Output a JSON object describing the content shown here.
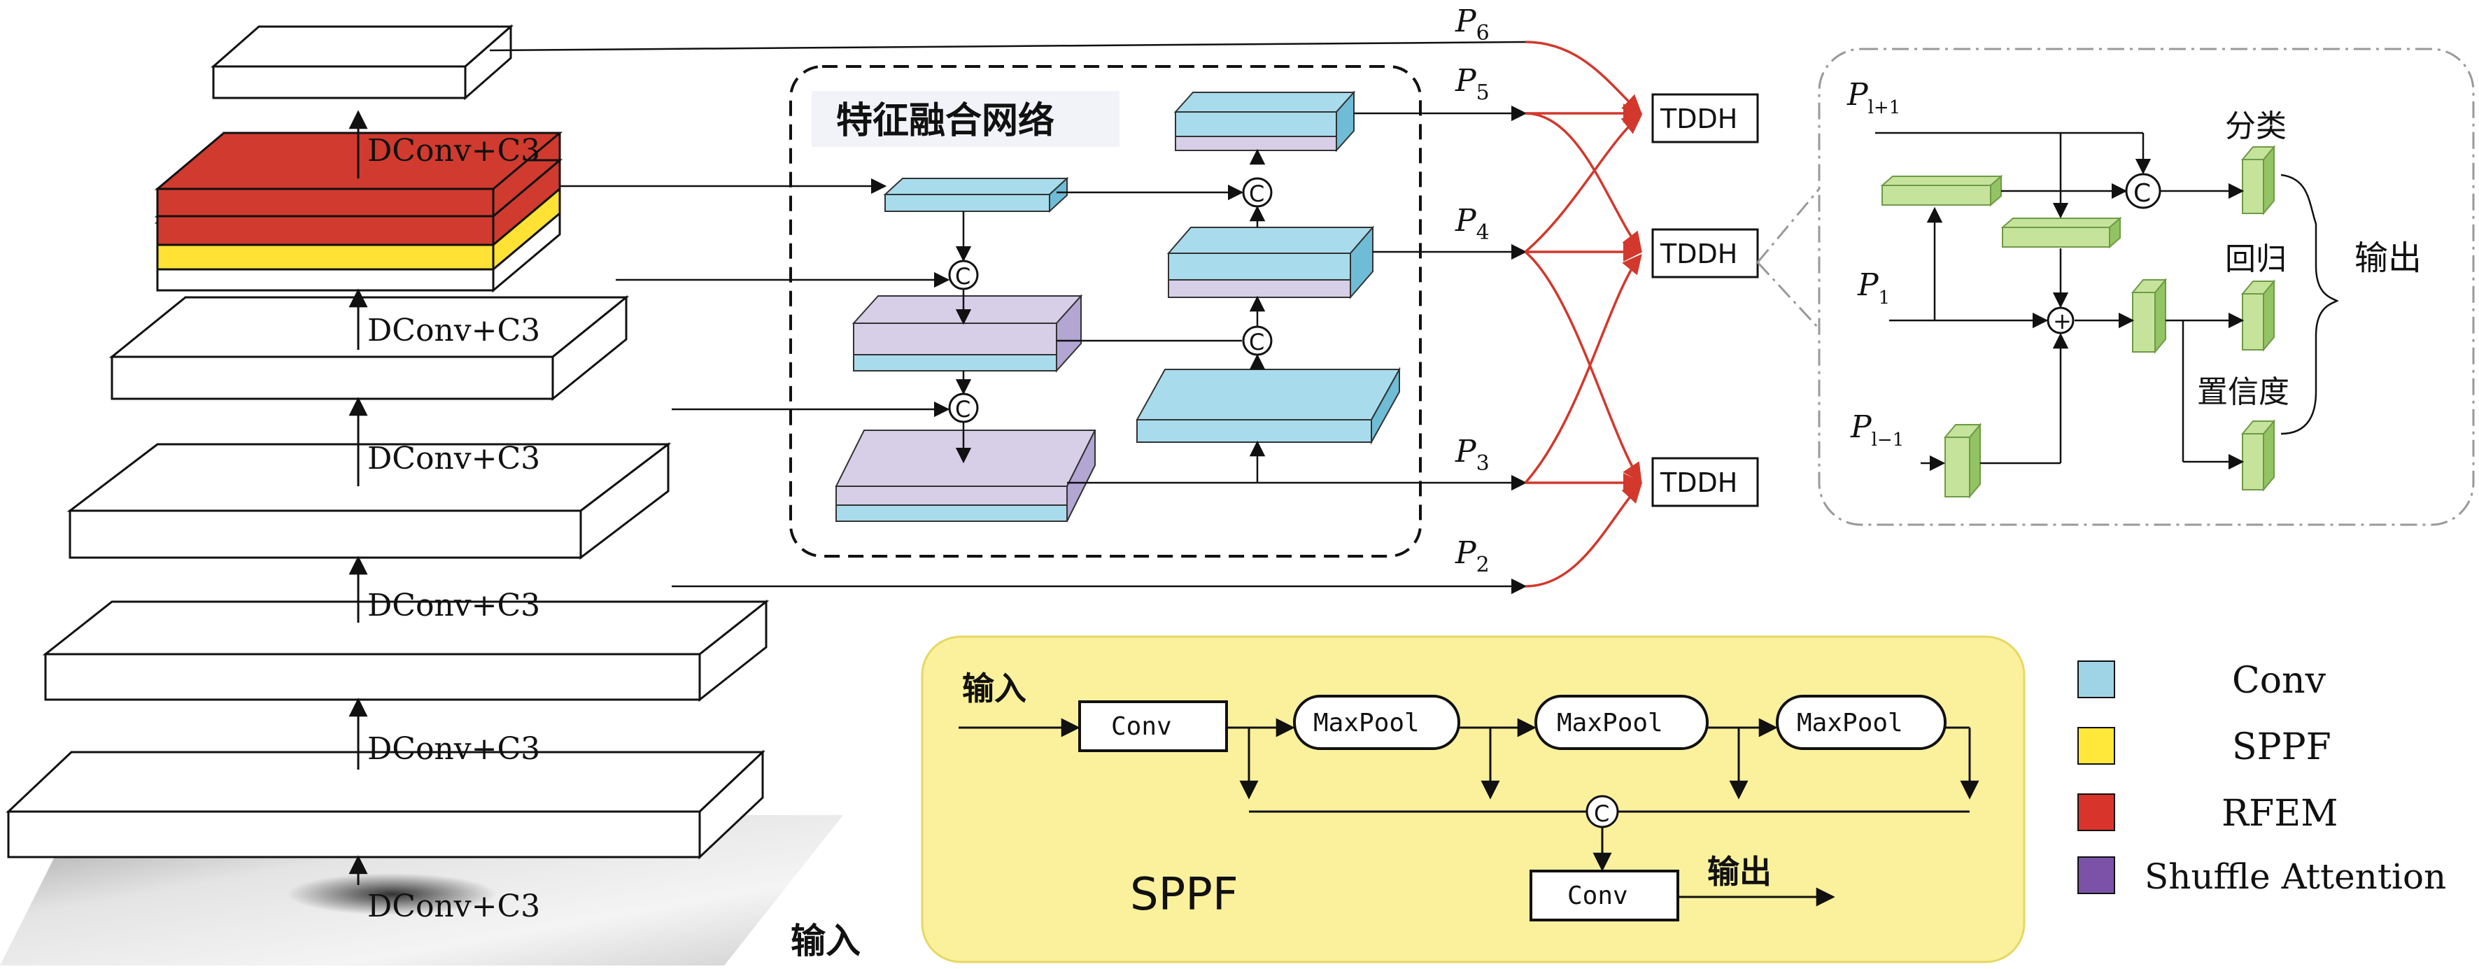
{
  "backbone": {
    "input_label": "输入",
    "stage_labels": [
      "DConv+C3",
      "DConv+C3",
      "DConv+C3",
      "DConv+C3",
      "DConv+C3",
      "DConv+C3"
    ]
  },
  "neck": {
    "title": "特征融合网络",
    "concat_symbol": "C"
  },
  "levels": {
    "p6": "P",
    "p6_sub": "6",
    "p5": "P",
    "p5_sub": "5",
    "p4": "P",
    "p4_sub": "4",
    "p3": "P",
    "p3_sub": "3",
    "p2": "P",
    "p2_sub": "2"
  },
  "heads": {
    "h1": "TDDH",
    "h2": "TDDH",
    "h3": "TDDH"
  },
  "tddh_detail": {
    "p_top": "P",
    "p_top_sub": "l+1",
    "p_mid": "P",
    "p_mid_sub": "1",
    "p_bot": "P",
    "p_bot_sub": "l−1",
    "concat_symbol": "C",
    "add_symbol": "+",
    "cls_label": "分类",
    "reg_label": "回归",
    "conf_label": "置信度",
    "output_label": "输出"
  },
  "sppf_detail": {
    "input_label": "输入",
    "conv1": "Conv",
    "pool1": "MaxPool",
    "pool2": "MaxPool",
    "pool3": "MaxPool",
    "concat_symbol": "C",
    "conv2": "Conv",
    "output_label": "输出",
    "title": "SPPF"
  },
  "legend": {
    "items": [
      {
        "label": "Conv",
        "color": "#9fd3e6"
      },
      {
        "label": "SPPF",
        "color": "#ffe83a"
      },
      {
        "label": "RFEM",
        "color": "#d9342b"
      },
      {
        "label": "Shuffle Attention",
        "color": "#7b52a8"
      }
    ]
  },
  "colors": {
    "conv": "#a8dcec",
    "conv_side": "#6fbcd6",
    "attn": "#d7cfe8",
    "attn_side": "#b3a6d2",
    "green": "#c5e39b",
    "green_side": "#93c463",
    "red_arrow": "#d2382c",
    "sppf_bg": "#fbf19c",
    "rfem": "#d13a2e",
    "sppf_band": "#ffe234"
  }
}
